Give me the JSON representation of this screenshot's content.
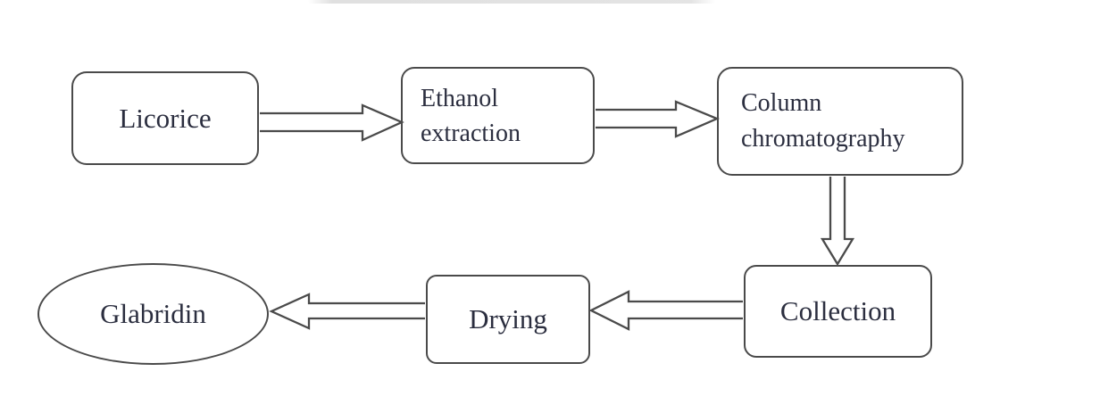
{
  "diagram": {
    "type": "flowchart",
    "nodes": [
      {
        "id": "licorice",
        "label": "Licorice",
        "shape": "rounded-rectangle"
      },
      {
        "id": "ethanol-extraction",
        "line1": "Ethanol",
        "line2": "extraction",
        "shape": "rounded-rectangle"
      },
      {
        "id": "column-chromatography",
        "line1": "Column",
        "line2": "chromatography",
        "shape": "rounded-rectangle"
      },
      {
        "id": "collection",
        "label": "Collection",
        "shape": "rounded-rectangle"
      },
      {
        "id": "drying",
        "label": "Drying",
        "shape": "rounded-rectangle"
      },
      {
        "id": "glabridin",
        "label": "Glabridin",
        "shape": "ellipse"
      }
    ],
    "edges": [
      {
        "from": "licorice",
        "to": "ethanol-extraction",
        "direction": "right"
      },
      {
        "from": "ethanol-extraction",
        "to": "column-chromatography",
        "direction": "right"
      },
      {
        "from": "column-chromatography",
        "to": "collection",
        "direction": "down"
      },
      {
        "from": "collection",
        "to": "drying",
        "direction": "left"
      },
      {
        "from": "drying",
        "to": "glabridin",
        "direction": "left"
      }
    ],
    "colors": {
      "node_border": "#4a4a4a",
      "arrow_stroke": "#4a4a4a",
      "text": "#2b2e3f",
      "background": "#ffffff"
    }
  }
}
